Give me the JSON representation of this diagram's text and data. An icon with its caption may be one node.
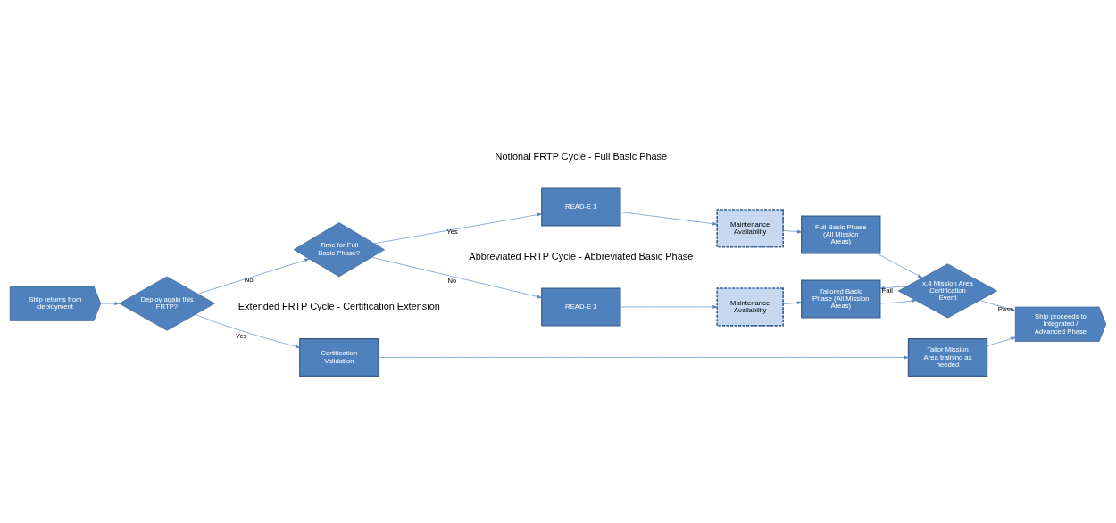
{
  "diagram": {
    "nodes": [
      {
        "text": [
          "Ship returns from deployment"
        ]
      },
      {
        "text": [
          "Deploy again this FRTP?"
        ]
      },
      {
        "text": [
          "Certification Validation"
        ]
      },
      {
        "text": [
          "Tailor Mission Area training as needed"
        ]
      },
      {
        "text": [
          "Ship proceeds to Integrated / Advanced Phase"
        ]
      },
      {
        "text": [
          "Time for Full Basic Phase?"
        ]
      },
      {
        "text": [
          "READ-E 3"
        ]
      },
      {
        "text": [
          "Maintenance Availability"
        ]
      },
      {
        "text": [
          "Tailored Basic Phase (All Mission Areas)"
        ]
      },
      {
        "text": [
          "x.4 Mission Area Certification Event"
        ]
      },
      {
        "text": [
          "READ-E 3"
        ]
      },
      {
        "text": [
          "Maintenance Availability"
        ]
      },
      {
        "text": [
          "Full Basic Phase (All Mission Areas)"
        ]
      }
    ],
    "edges": [
      {
        "from": 0,
        "to": 1,
        "arrow": "to"
      },
      {
        "from": 1,
        "to": 2,
        "arrow": "to",
        "label": "Yes"
      },
      {
        "from": 2,
        "to": 3,
        "arrow": "to"
      },
      {
        "from": 3,
        "to": 4,
        "arrow": "to"
      },
      {
        "from": 1,
        "to": 5,
        "arrow": "to",
        "label": "No"
      },
      {
        "from": 5,
        "to": 6,
        "arrow": "to",
        "label": "No"
      },
      {
        "from": 6,
        "to": 7,
        "arrow": "to"
      },
      {
        "from": 7,
        "to": 8,
        "arrow": "to"
      },
      {
        "from": 8,
        "to": 9,
        "arrow": "to"
      },
      {
        "from": 9,
        "to": 8,
        "arrow": "to",
        "label": "Fail"
      },
      {
        "from": 9,
        "to": 4,
        "arrow": "to",
        "label": "Pass"
      },
      {
        "from": 5,
        "to": 10,
        "arrow": "to",
        "label": "Yes"
      },
      {
        "from": 10,
        "to": 11,
        "arrow": "to"
      },
      {
        "from": 11,
        "to": 12,
        "arrow": "to"
      },
      {
        "from": 12,
        "to": 9,
        "arrow": "to"
      }
    ],
    "labels": [
      "Extended FRTP Cycle - Certification Extension",
      "Abbreviated FRTP Cycle - Abbreviated Basic Phase",
      "Notional FRTP Cycle - Full Basic Phase"
    ]
  }
}
